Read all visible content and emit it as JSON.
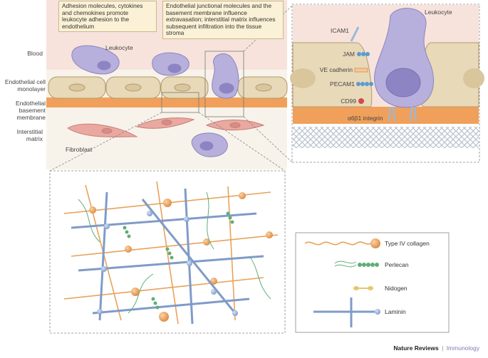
{
  "captions": {
    "adhesion": "Adhesion molecules, cytokines and chemokines promote leukocyte adhesion to the endothelium",
    "junctional": "Endothelial junctional molecules and the basement membrane influence extravasation; interstitial matrix influences subsequent infiltration into the tissue stroma"
  },
  "layer_labels": {
    "blood": "Blood",
    "endothelial_monolayer": "Endothelial cell monolayer",
    "basement_membrane": "Endothelial basement membrane",
    "interstitial_matrix": "Interstitial matrix"
  },
  "cell_labels": {
    "leukocyte_main": "Leukocyte",
    "leukocyte_inset": "Leukocyte",
    "fibroblast": "Fibroblast"
  },
  "molecule_labels": {
    "icam1": "ICAM1",
    "jam": "JAM",
    "ve_cadherin": "VE cadherin",
    "pecam1": "PECAM1",
    "cd99": "CD99",
    "integrin": "α6β1 integrin"
  },
  "legend": {
    "items": [
      {
        "label": "Type IV collagen",
        "color": "#e8a25a"
      },
      {
        "label": "Perlecan",
        "color": "#5fae75"
      },
      {
        "label": "Nidogen",
        "color": "#e9c66a"
      },
      {
        "label": "Laminin",
        "color": "#7f9bc8"
      }
    ]
  },
  "credit": {
    "journal": "Nature Reviews",
    "separator": "|",
    "section": "Immunology"
  },
  "colors": {
    "blood": "#f7e3dc",
    "endothelium": "#e8d9b8",
    "basement_membrane": "#f0a05a",
    "leukocyte": "#b7b0dc",
    "fibroblast": "#e9a8a0"
  }
}
